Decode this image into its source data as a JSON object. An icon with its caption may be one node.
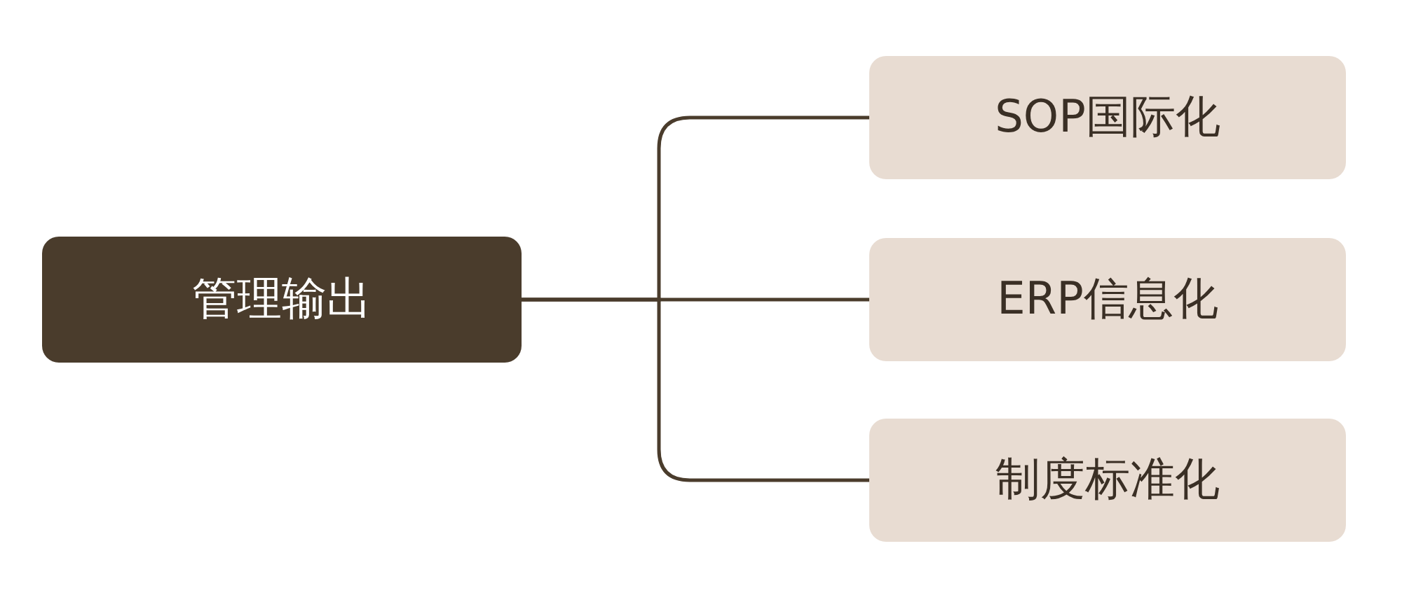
{
  "diagram": {
    "nodes": [
      {
        "text": [
          "管理输出"
        ]
      },
      {
        "text": [
          "SOP国际化"
        ]
      },
      {
        "text": [
          "ERP信息化"
        ]
      },
      {
        "text": [
          "制度标准化"
        ]
      }
    ],
    "edges": [
      {
        "from": 0,
        "to": 1,
        "arrow": "none"
      },
      {
        "from": 0,
        "to": 2,
        "arrow": "none"
      },
      {
        "from": 0,
        "to": 3,
        "arrow": "none"
      }
    ]
  }
}
